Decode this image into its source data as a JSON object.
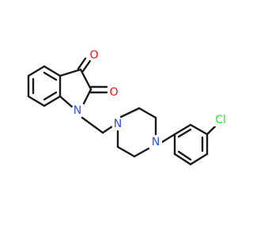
{
  "molecule": {
    "atoms": {
      "o_ketone": {
        "symbol": "O",
        "color": "#ff0d0d"
      },
      "o_amide": {
        "symbol": "O",
        "color": "#ff0d0d"
      },
      "n_indole": {
        "symbol": "N",
        "color": "#3050f8"
      },
      "n_piperazine_1": {
        "symbol": "N",
        "color": "#3050f8"
      },
      "n_piperazine_4": {
        "symbol": "N",
        "color": "#3050f8"
      },
      "cl": {
        "symbol": "Cl",
        "color": "#1ff01f"
      }
    },
    "bond_color": "#1a1a1a"
  }
}
